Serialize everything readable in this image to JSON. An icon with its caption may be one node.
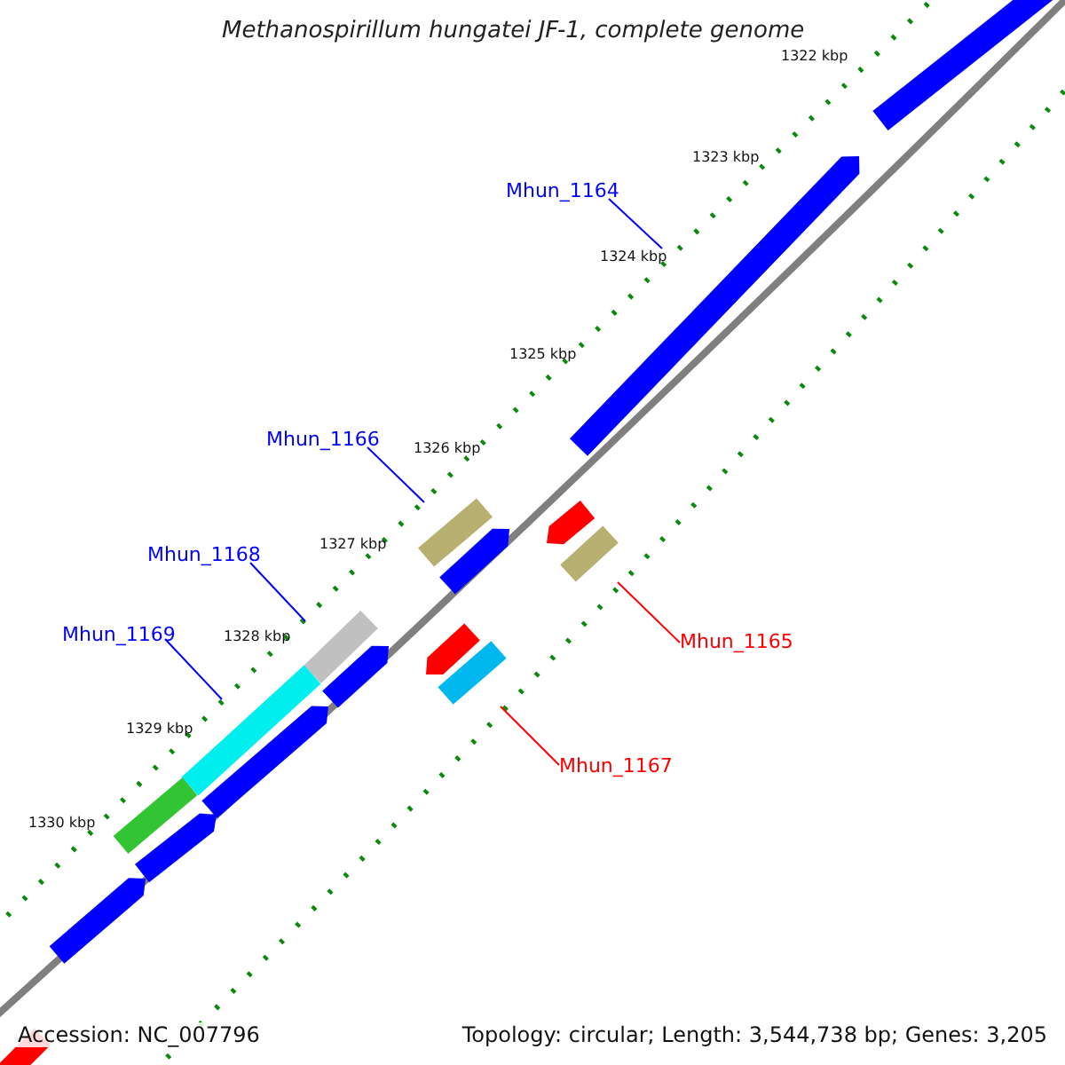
{
  "diagram": {
    "title": "Methanospirillum hungatei JF-1, complete genome",
    "nodes": [
      {
        "text": [
          "Mhun_1164"
        ]
      },
      {
        "text": [],
        "shape": "bar"
      },
      {
        "text": [
          "Mhun_1166"
        ]
      },
      {
        "text": [],
        "shape": "bar"
      },
      {
        "text": [
          "Mhun_1168"
        ]
      },
      {
        "text": [],
        "shape": "bar"
      },
      {
        "text": [
          "Mhun_1169"
        ]
      },
      {
        "text": [],
        "shape": "bar"
      },
      {
        "text": [
          "Mhun_1165"
        ]
      },
      {
        "text": [],
        "shape": "bar"
      },
      {
        "text": [
          "Mhun_1167"
        ]
      },
      {
        "text": [],
        "shape": "bar"
      },
      {
        "text": [],
        "shape": "bar"
      },
      {
        "text": [],
        "shape": "bar"
      },
      {
        "text": [],
        "shape": "bar"
      },
      {
        "text": [],
        "shape": "bar"
      },
      {
        "text": [],
        "shape": "bar"
      },
      {
        "text": [],
        "shape": "bar"
      },
      {
        "text": [],
        "shape": "bar"
      },
      {
        "text": [],
        "shape": "bar"
      },
      {
        "text": [],
        "shape": "bar"
      },
      {
        "text": [],
        "shape": "bar"
      }
    ],
    "edges": [
      {
        "from": 0,
        "to": 1,
        "arrow": "none"
      },
      {
        "from": 2,
        "to": 3,
        "arrow": "none"
      },
      {
        "from": 4,
        "to": 5,
        "arrow": "none"
      },
      {
        "from": 6,
        "to": 7,
        "arrow": "none"
      },
      {
        "from": 8,
        "to": 9,
        "arrow": "none",
        "color": "#ff0000"
      },
      {
        "from": 10,
        "to": 11,
        "arrow": "none",
        "color": "#ff0000"
      }
    ],
    "labels": [
      "1322 kbp",
      "1323 kbp",
      "1324 kbp",
      "1325 kbp",
      "1326 kbp",
      "1327 kbp",
      "1328 kbp",
      "1329 kbp",
      "1330 kbp",
      "Accession: NC_007796",
      "Topology: circular; Length: 3,544,738 bp; Genes: 3,205"
    ]
  }
}
